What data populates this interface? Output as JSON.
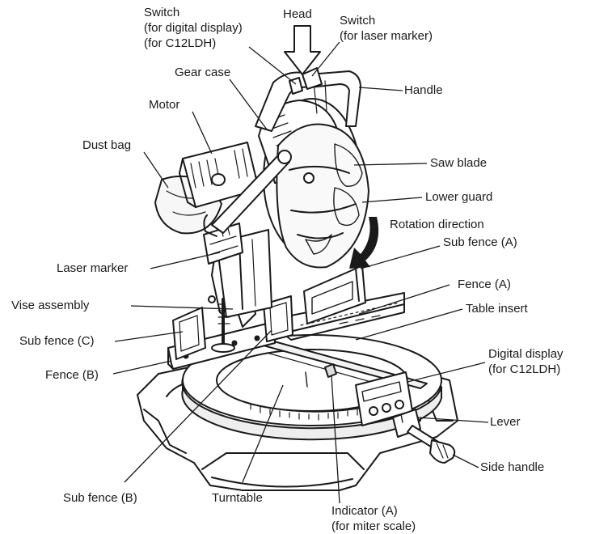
{
  "labels": {
    "switch_display": [
      "Switch",
      "(for digital display)",
      "(for C12LDH)"
    ],
    "head": "Head",
    "switch_laser": [
      "Switch",
      "(for laser marker)"
    ],
    "gear_case": "Gear case",
    "handle": "Handle",
    "motor": "Motor",
    "dust_bag": "Dust bag",
    "saw_blade": "Saw blade",
    "lower_guard": "Lower guard",
    "rotation_direction": "Rotation direction",
    "sub_fence_a": "Sub fence (A)",
    "laser_marker": "Laser marker",
    "fence_a": "Fence (A)",
    "vise_assembly": "Vise assembly",
    "table_insert": "Table insert",
    "sub_fence_c": "Sub fence (C)",
    "digital_display": [
      "Digital display",
      "(for C12LDH)"
    ],
    "fence_b": "Fence (B)",
    "lever": "Lever",
    "side_handle": "Side handle",
    "sub_fence_b": "Sub fence (B)",
    "turntable": "Turntable",
    "indicator_a": [
      "Indicator (A)",
      "(for miter scale)"
    ]
  }
}
